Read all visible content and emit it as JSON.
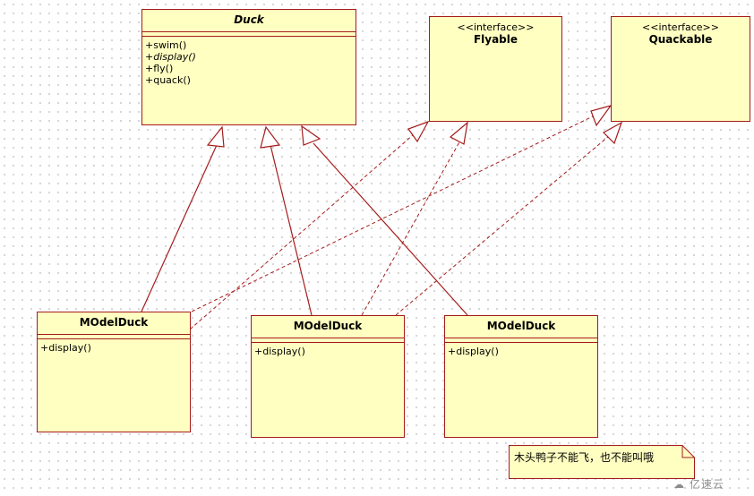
{
  "duck": {
    "name": "Duck",
    "operations": [
      "+swim()",
      "+display()",
      "+fly()",
      "+quack()"
    ]
  },
  "flyable": {
    "stereotype": "<<interface>>",
    "name": "Flyable"
  },
  "quackable": {
    "stereotype": "<<interface>>",
    "name": "Quackable"
  },
  "model_ducks": [
    {
      "name": "MOdelDuck",
      "operation": "+display()"
    },
    {
      "name": "MOdelDuck",
      "operation": "+display()"
    },
    {
      "name": "MOdelDuck",
      "operation": "+display()"
    }
  ],
  "note": {
    "text": "木头鸭子不能飞，也不能叫哦"
  },
  "watermark": {
    "text": "亿速云"
  },
  "colors": {
    "fill": "#ffffc1",
    "border": "#a51b1b",
    "line": "#a51b1b"
  }
}
